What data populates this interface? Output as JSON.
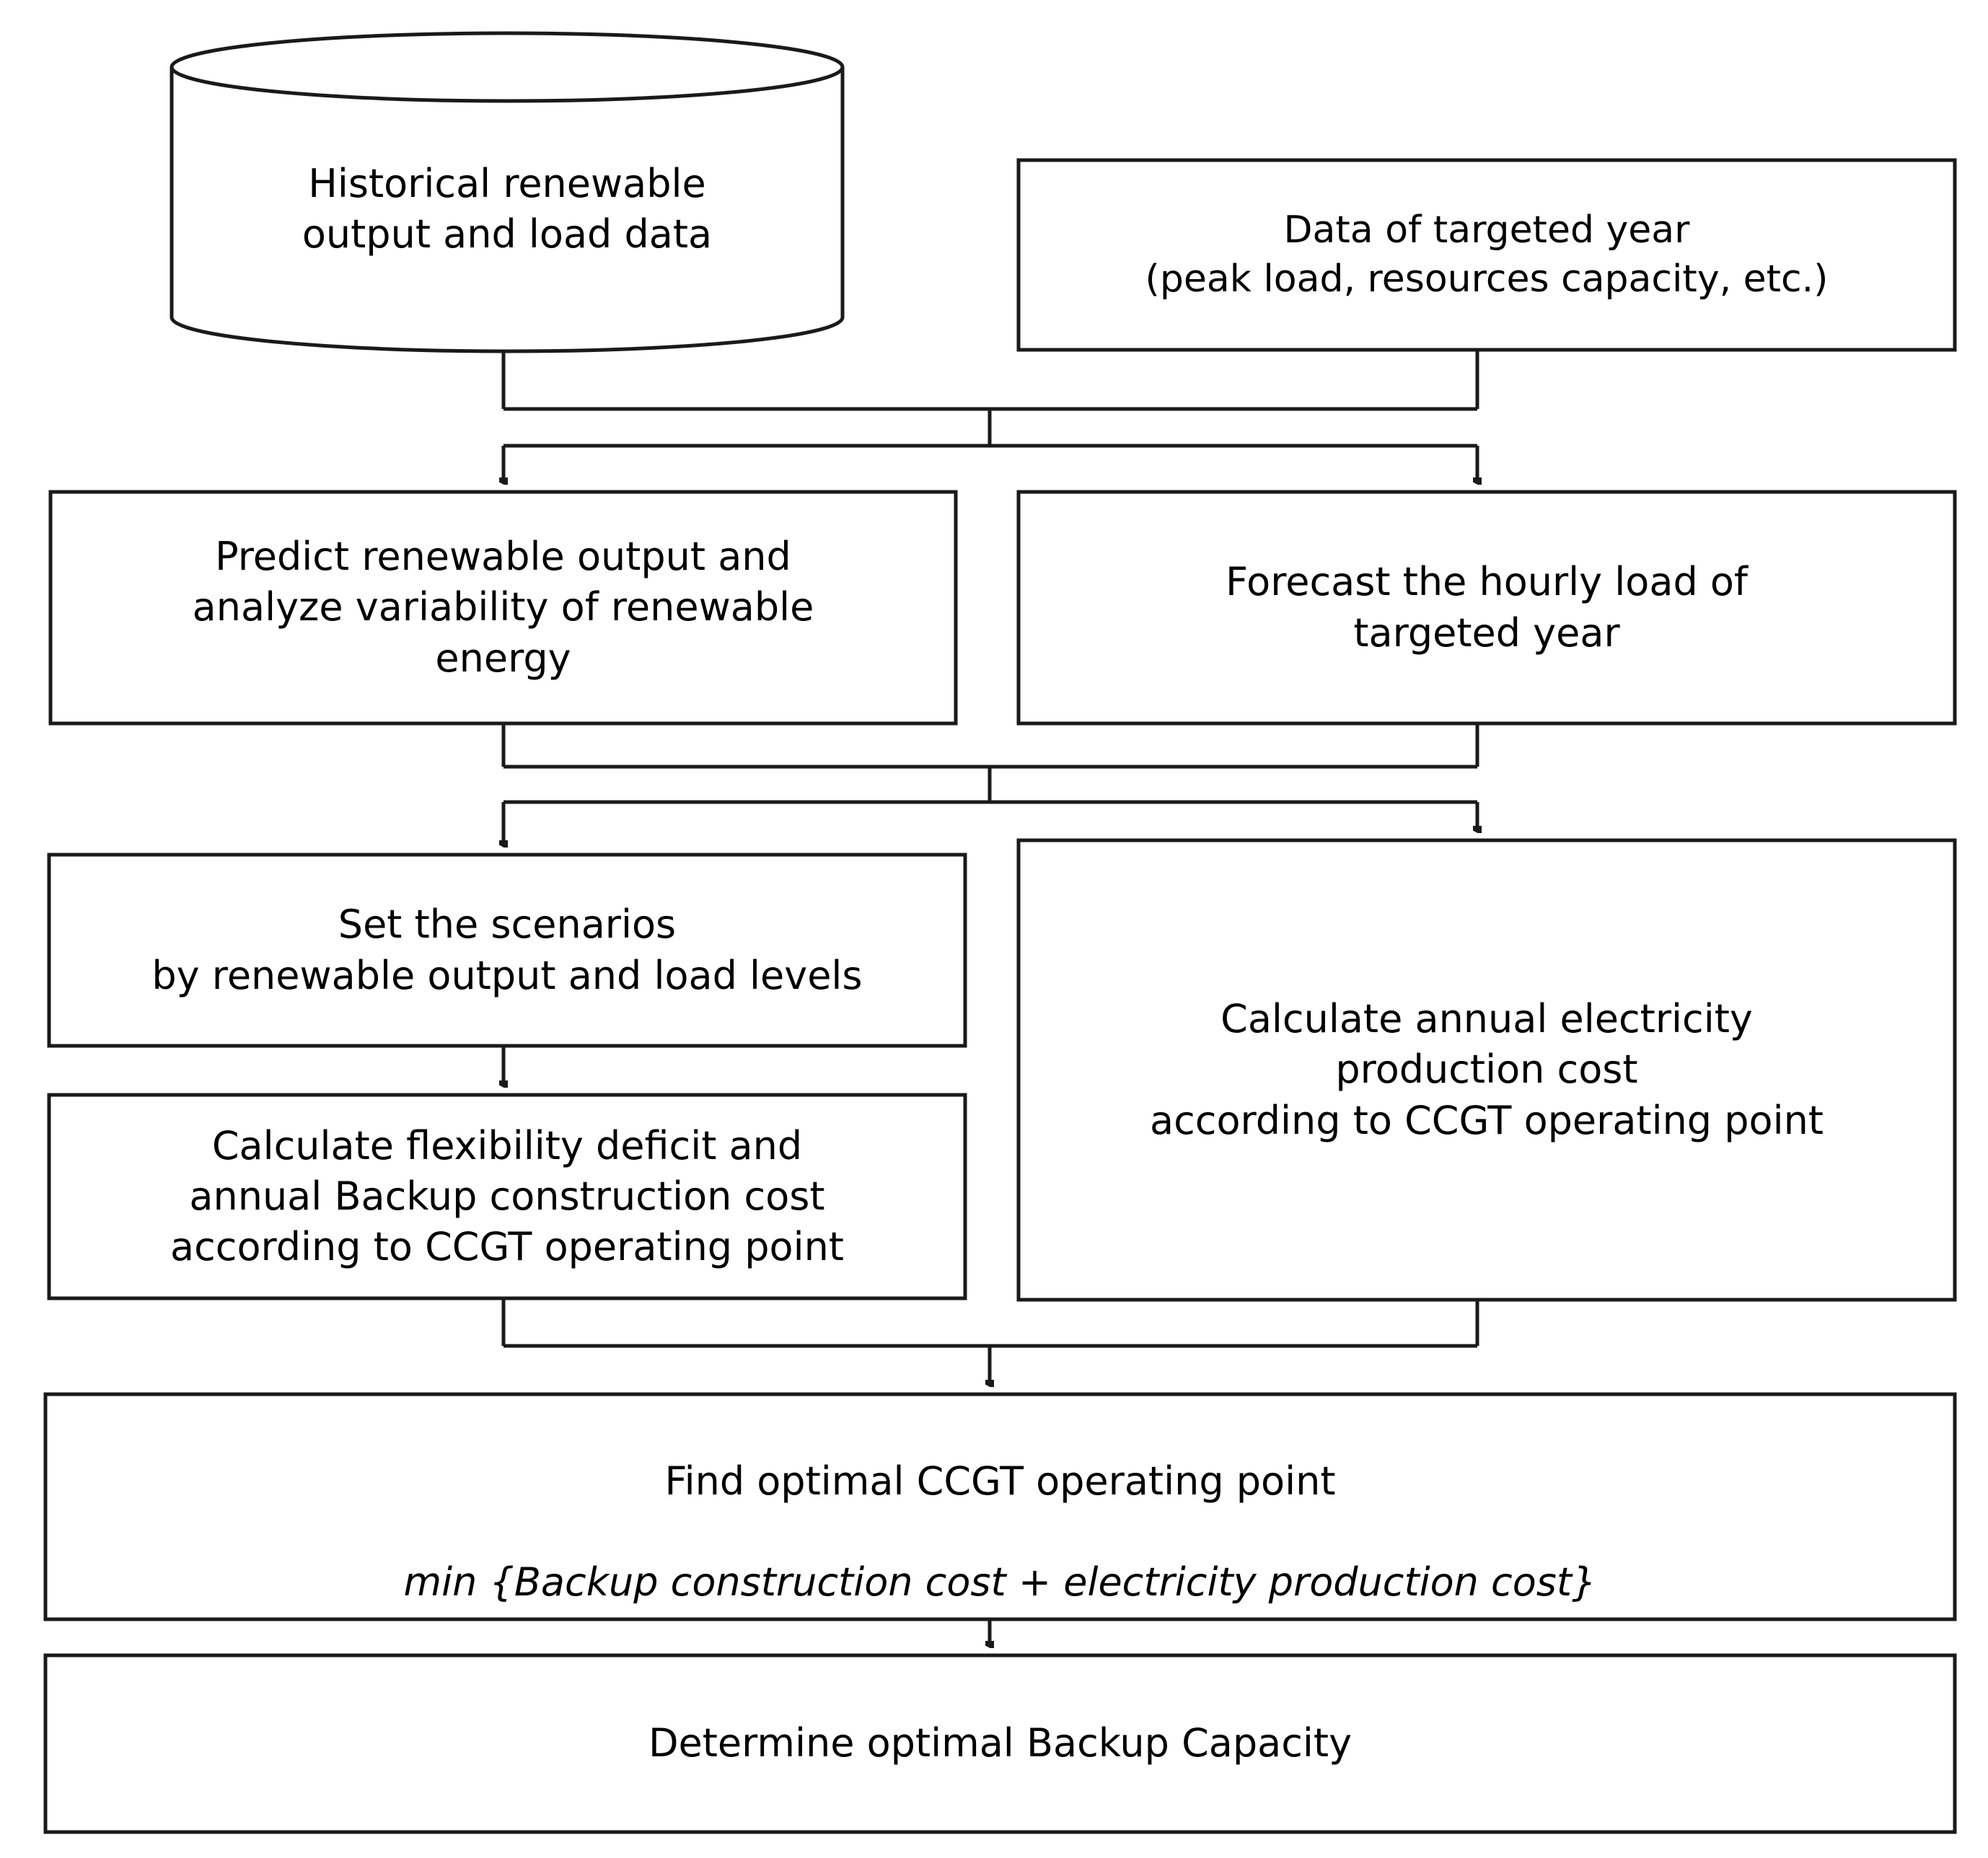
{
  "diagram": {
    "title": "Optimal backup capacity determination flowchart",
    "background_color": "#ffffff",
    "line_color": "#1a1a1a",
    "text_color": "#000000"
  },
  "nodes": {
    "historical_data_store": {
      "shape": "cylinder",
      "text": "Historical renewable\noutput and load data"
    },
    "targeted_year_data": {
      "shape": "rectangle",
      "text": "Data of targeted year\n(peak load, resources capacity, etc.)"
    },
    "predict_renewable": {
      "shape": "rectangle",
      "text": "Predict renewable output and\nanalyze variability of renewable\nenergy"
    },
    "forecast_load": {
      "shape": "rectangle",
      "text": "Forecast the hourly load of\ntargeted year"
    },
    "set_scenarios": {
      "shape": "rectangle",
      "text": "Set the scenarios\nby renewable output and load levels"
    },
    "calculate_flexibility_deficit": {
      "shape": "rectangle",
      "text": "Calculate flexibility deficit and\nannual Backup construction cost\naccording to CCGT operating point"
    },
    "calculate_production_cost": {
      "shape": "rectangle",
      "text": "Calculate annual electricity\nproduction cost\naccording to CCGT operating point"
    },
    "find_optimal_point": {
      "shape": "rectangle",
      "line1": "Find optimal CCGT operating point",
      "line2": "min {Backup construction cost + electricity production cost}",
      "line2_style": "italic"
    },
    "determine_backup_capacity": {
      "shape": "rectangle",
      "text": "Determine optimal Backup Capacity"
    }
  },
  "edges": [
    {
      "name": "historical-to-merge1",
      "from": "historical_data_store",
      "to": "merge-bar-1"
    },
    {
      "name": "targeted-year-to-merge1",
      "from": "targeted_year_data",
      "to": "merge-bar-1"
    },
    {
      "name": "merge1-to-split1",
      "from": "merge-bar-1",
      "to": "split-bar-1"
    },
    {
      "name": "split1-to-predict-renewable",
      "from": "split-bar-1",
      "to": "predict_renewable",
      "arrow": true
    },
    {
      "name": "split1-to-forecast-load",
      "from": "split-bar-1",
      "to": "forecast_load",
      "arrow": true
    },
    {
      "name": "predict-renewable-to-merge2",
      "from": "predict_renewable",
      "to": "merge-bar-2"
    },
    {
      "name": "forecast-load-to-merge2",
      "from": "forecast_load",
      "to": "merge-bar-2"
    },
    {
      "name": "merge2-to-split2",
      "from": "merge-bar-2",
      "to": "split-bar-2"
    },
    {
      "name": "split2-to-set-scenarios",
      "from": "split-bar-2",
      "to": "set_scenarios",
      "arrow": true
    },
    {
      "name": "split2-to-production-cost",
      "from": "split-bar-2",
      "to": "calculate_production_cost",
      "arrow": true
    },
    {
      "name": "set-scenarios-to-flexibility-deficit",
      "from": "set_scenarios",
      "to": "calculate_flexibility_deficit",
      "arrow": true
    },
    {
      "name": "flexibility-deficit-to-merge3",
      "from": "calculate_flexibility_deficit",
      "to": "merge-bar-3"
    },
    {
      "name": "production-cost-to-merge3",
      "from": "calculate_production_cost",
      "to": "merge-bar-3"
    },
    {
      "name": "merge3-to-find-optimal",
      "from": "merge-bar-3",
      "to": "find_optimal_point",
      "arrow": true
    },
    {
      "name": "find-optimal-to-determine-capacity",
      "from": "find_optimal_point",
      "to": "determine_backup_capacity",
      "arrow": true
    }
  ]
}
